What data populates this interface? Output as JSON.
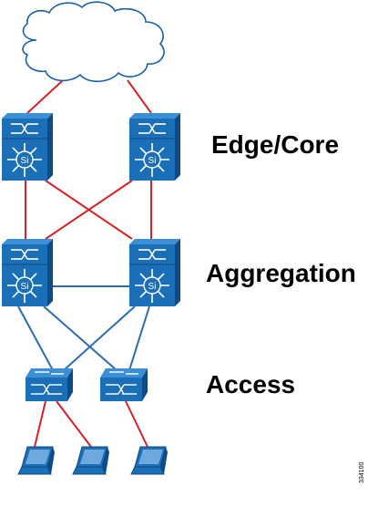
{
  "layers": {
    "edge_core": "Edge/Core",
    "aggregation": "Aggregation",
    "access": "Access"
  },
  "switch_badge": "Si",
  "figure_id": "334100",
  "colors": {
    "device_blue": "#1a6fb7",
    "device_dark": "#0d4a86",
    "device_light": "#3b8fd6",
    "uplink_red": "#d42027",
    "link_blue": "#2b6cb0",
    "cloud_stroke": "#1a5fa3"
  },
  "icons": [
    "cloud-icon",
    "multilayer-switch-icon",
    "workgroup-switch-icon",
    "laptop-icon"
  ]
}
